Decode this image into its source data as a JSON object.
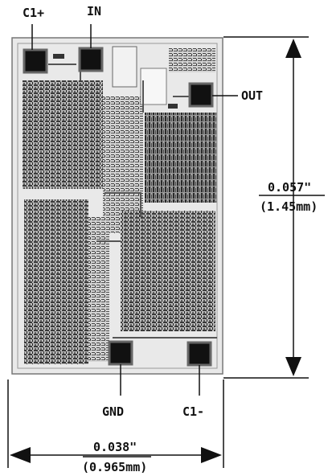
{
  "pins": {
    "c1_plus": "C1+",
    "in": "IN",
    "out": "OUT",
    "gnd": "GND",
    "c1_minus": "C1-"
  },
  "dimensions": {
    "height_inch": "0.057\"",
    "height_mm": "(1.45mm)",
    "width_inch": "0.038\"",
    "width_mm": "(0.965mm)"
  }
}
